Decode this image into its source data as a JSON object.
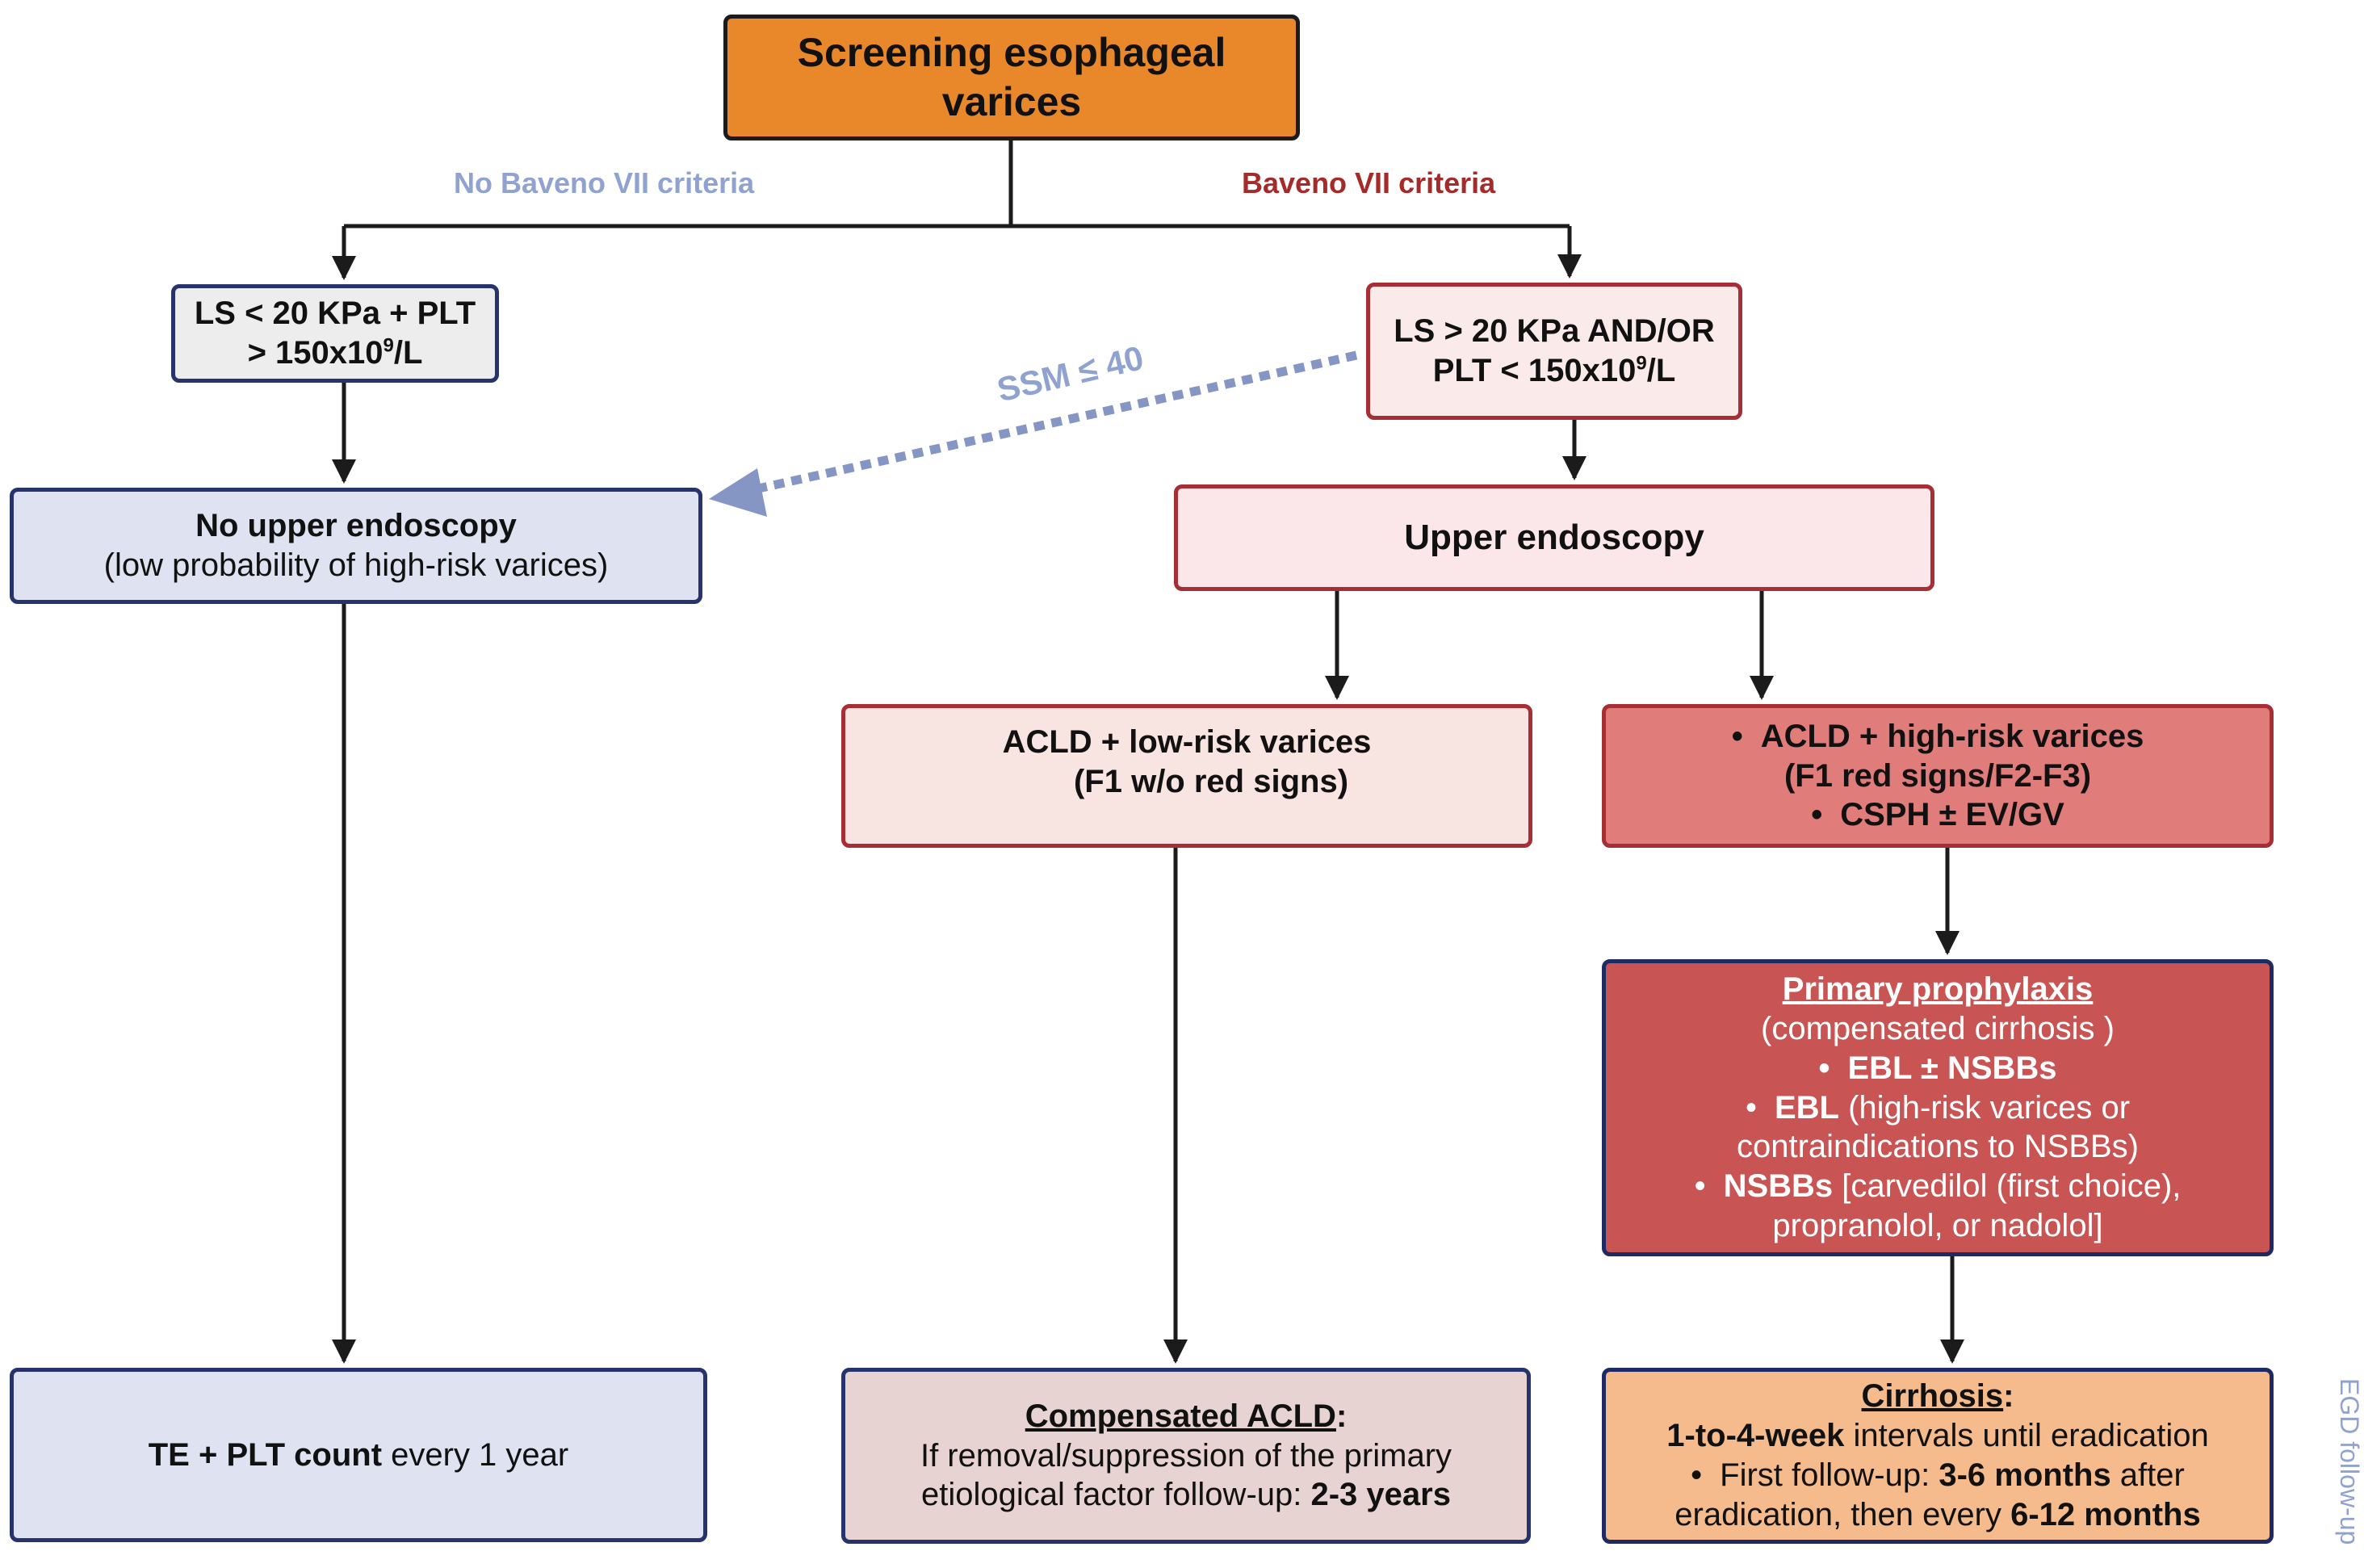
{
  "colors": {
    "root_fill": "#e8882a",
    "baveno_label": "#a52a2a",
    "no_baveno_label": "#8fa2d0",
    "ssm_arrow": "#8596c4",
    "high_risk_fill": "#e07c7a",
    "prophylaxis_fill": "#c85553",
    "cirrhosis_fill": "#f5bb8c"
  },
  "root": {
    "line1": "Screening esophageal",
    "line2": "varices"
  },
  "labels": {
    "no_baveno": "No Baveno VII criteria",
    "baveno": "Baveno VII criteria",
    "ssm": "SSM ≤ 40",
    "egd_followup": "EGD follow-up"
  },
  "left_criteria": {
    "line1": "LS < 20 KPa + PLT",
    "line2_pre": "> 150x10",
    "line2_sup": "9",
    "line2_post": "/L"
  },
  "right_criteria": {
    "line1": "LS > 20 KPa AND/OR",
    "line2_pre": "PLT < 150x10",
    "line2_sup": "9",
    "line2_post": "/L"
  },
  "no_endoscopy": {
    "title": "No upper endoscopy",
    "subtitle": "(low probability of high-risk varices)"
  },
  "endoscopy": {
    "title": "Upper endoscopy"
  },
  "low_risk": {
    "line1": "ACLD + low-risk varices",
    "line2": "(F1 w/o red signs)"
  },
  "high_risk": {
    "item1": "ACLD + high-risk varices",
    "item1_sub": "(F1 red signs/F2-F3)",
    "item2": "CSPH ± EV/GV"
  },
  "prophylaxis": {
    "title": "Primary prophylaxis ",
    "subtitle": "(compensated cirrhosis )",
    "item1": "EBL ± NSBBs",
    "item2_bold": "EBL",
    "item2_rest": " (high-risk varices or",
    "item2_line2": "contraindications to NSBBs)",
    "item3_bold": "NSBBs",
    "item3_rest": " [carvedilol (first choice),",
    "item3_line2": "propranolol, or nadolol]"
  },
  "te_plt": {
    "bold": "TE + PLT count",
    "rest": " every 1 year"
  },
  "compensated": {
    "title": "Compensated ACLD",
    "colon": ":",
    "line1": "If removal/suppression of the primary",
    "line2_pre": "etiological factor follow-up: ",
    "line2_bold": "2-3 years"
  },
  "cirrhosis": {
    "title": "Cirrhosis",
    "colon": ":",
    "line1_bold": "1-to-4-week",
    "line1_rest": " intervals until eradication",
    "line2_pre": "First follow-up: ",
    "line2_bold": "3-6 months",
    "line2_post": " after",
    "line3_pre": "eradication, then every ",
    "line3_bold": "6-12 months"
  }
}
